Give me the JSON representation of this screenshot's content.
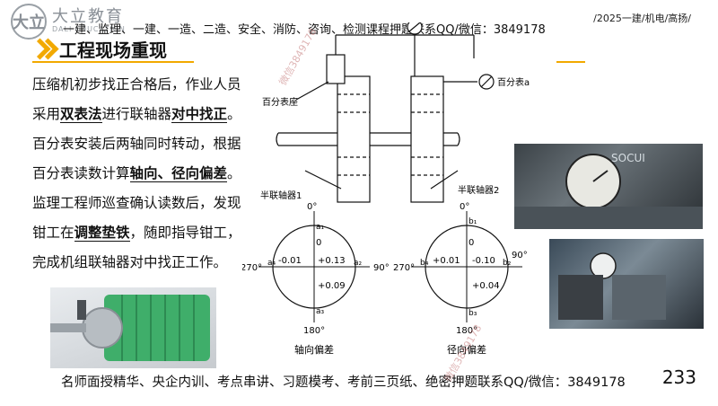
{
  "logo": {
    "mark": "大立",
    "name": "大立教育",
    "sub": "DALI EDUCATION"
  },
  "top_banner": "一建、监理、一建、一造、二造、安全、消防、咨询、检测课程押题联系QQ/微信：3849178",
  "top_right": "/2025一建/机电/高扬/",
  "section_title": "工程现场重现",
  "body": {
    "p1": "压缩机初步找正合格后，作业人员采用",
    "b1": "双表法",
    "p2": "进行联轴器",
    "b2": "对中找正",
    "p3": "。百分表安装后两轴同时转动，根据百分表读数计算",
    "b3": "轴向、径向偏差",
    "p4": "。监理工程师巡查确认读数后，发现钳工在",
    "b4": "调整垫铁",
    "p5": "，随即指导钳工，完成机组联轴器对中找正工作。"
  },
  "diagram": {
    "label_bracket": "百分表座",
    "label_gauge": "百分表a",
    "label_half1": "半联轴器1",
    "label_half2": "半联轴器2",
    "axial": {
      "top": "0°",
      "bottom": "180°",
      "left": "270°",
      "right": "90°",
      "a1": "a₁",
      "a2": "a₂",
      "a3": "a₃",
      "a4": "a₄",
      "v_top": "0",
      "v_left": "-0.01",
      "v_right": "+0.13",
      "v_bottom": "+0.09",
      "caption": "轴向偏差"
    },
    "radial": {
      "top": "0°",
      "bottom": "180°",
      "left": "270°",
      "right": "90°",
      "b1": "b₁",
      "b2": "b₂",
      "b3": "b₃",
      "b4": "b₄",
      "v_top": "0",
      "v_left": "+0.01",
      "v_right": "-0.10",
      "v_bottom": "+0.04",
      "caption": "径向偏差"
    }
  },
  "footer": "名师面授精华、央企内训、考点串讲、习题模考、考前三页纸、绝密押题联系QQ/微信：3849178",
  "page_number": "233",
  "photo_text": "SOCUI"
}
